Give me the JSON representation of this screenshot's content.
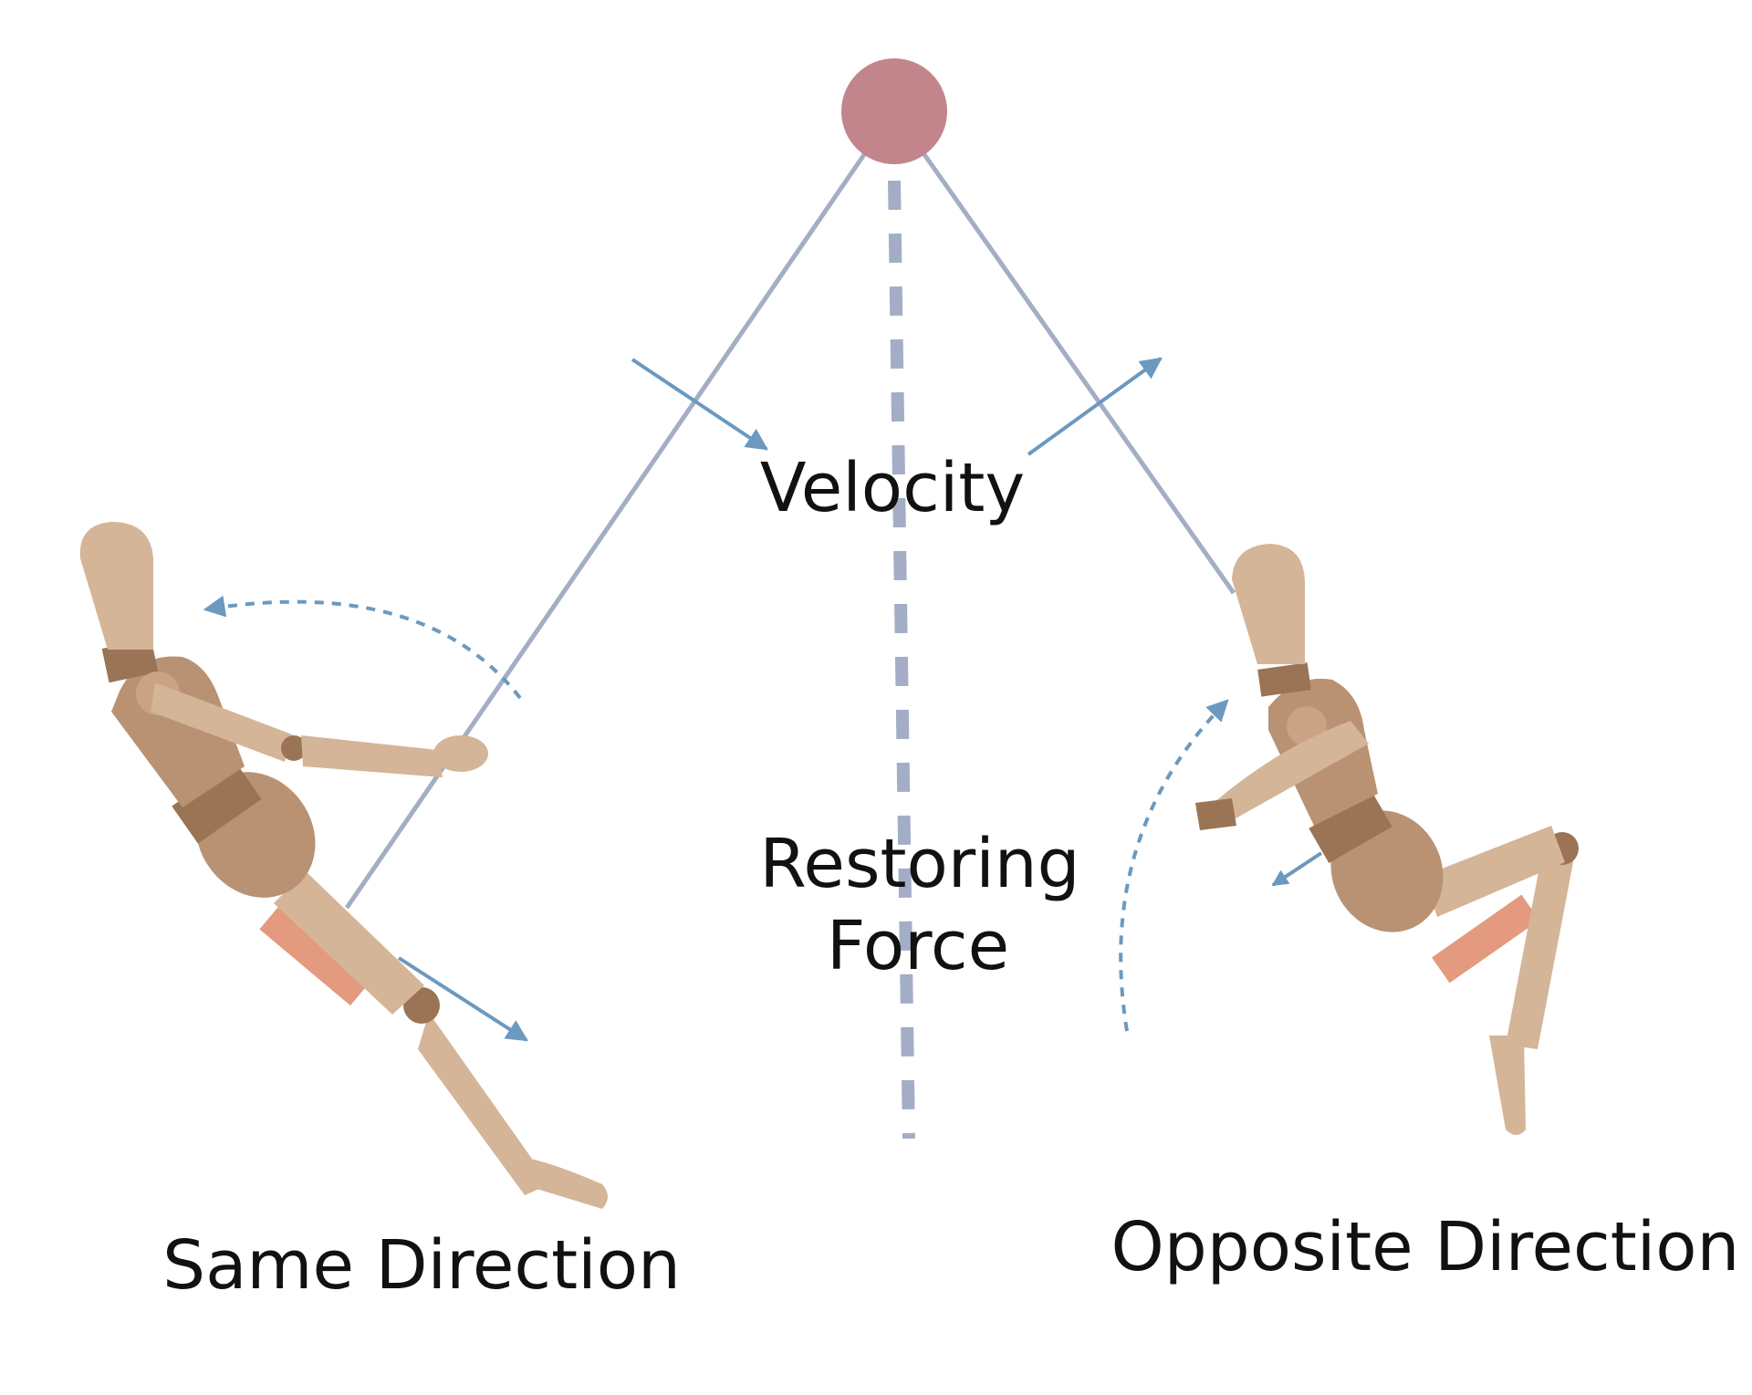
{
  "labels": {
    "velocity": "Velocity",
    "restoring_line1": "Restoring",
    "restoring_line2": "Force",
    "same_direction": "Same Direction",
    "opposite_direction": "Opposite Direction"
  },
  "colors": {
    "pivot": "#c2858b",
    "rope": "#a3aec6",
    "arrow": "#6b99bf",
    "skin_light": "#d4b597",
    "skin_mid": "#b99273",
    "skin_dark": "#9a7454",
    "seat": "#e39a7f",
    "text": "#111111"
  }
}
